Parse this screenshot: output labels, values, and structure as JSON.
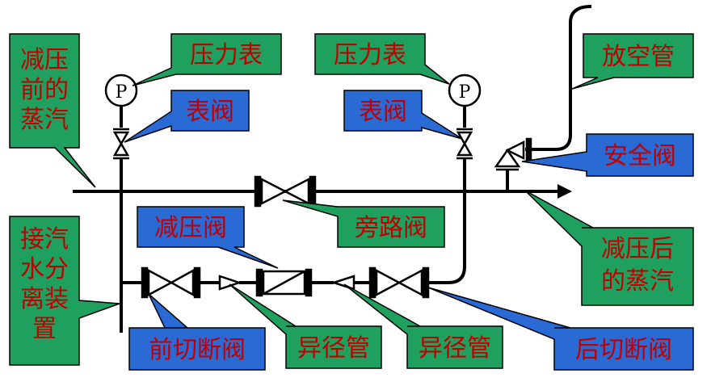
{
  "labels": {
    "before_steam": [
      "减压",
      "前的",
      "蒸汽"
    ],
    "gauge_left": "压力表",
    "gauge_right": "压力表",
    "gauge_valve_left": "表阀",
    "gauge_valve_right": "表阀",
    "vent_pipe": "放空管",
    "safety_valve": "安全阀",
    "bypass_valve": "旁路阀",
    "reducing_valve": "减压阀",
    "after_steam": [
      "减压后",
      "的蒸汽"
    ],
    "separator": [
      "接汽",
      "水分",
      "离装",
      "置"
    ],
    "front_shutoff": "前切断阀",
    "reducer_left": "异径管",
    "reducer_right": "异径管",
    "rear_shutoff": "后切断阀"
  },
  "gauge_symbol": "P",
  "colors": {
    "green_box": "#1fa05f",
    "blue_box": "#2a6ad4",
    "label_text": "#c00000",
    "line": "#000000"
  }
}
